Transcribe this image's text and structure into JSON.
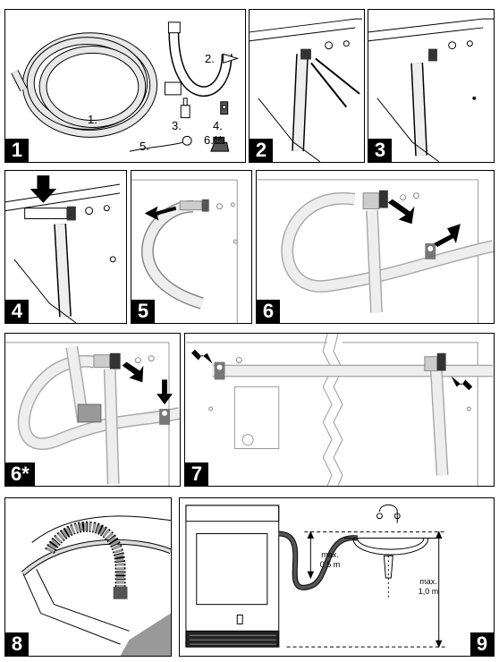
{
  "panels": {
    "p1": {
      "number": "1",
      "parts": {
        "hose": "1.",
        "bend": "2.",
        "connector": "3.",
        "clamp": "4.",
        "tie": "5.",
        "adapter": "6.**"
      }
    },
    "p2": {
      "number": "2"
    },
    "p3": {
      "number": "3"
    },
    "p4": {
      "number": "4"
    },
    "p5": {
      "number": "5"
    },
    "p6": {
      "number": "6"
    },
    "p6s": {
      "number": "6*"
    },
    "p7": {
      "number": "7"
    },
    "p8": {
      "number": "8"
    },
    "p9": {
      "number": "9",
      "dim_upper": {
        "line1": "max.",
        "line2": "0,5 m"
      },
      "dim_lower": {
        "line1": "max.",
        "line2": "1,0 m"
      }
    }
  },
  "colors": {
    "line": "#000000",
    "hose_fill": "#e8e8e8",
    "clamp": "#777777",
    "arrow": "#000000"
  },
  "icons": [
    "arrow-icon",
    "hose-icon",
    "clamp-icon",
    "sink-icon",
    "dishwasher-icon"
  ]
}
